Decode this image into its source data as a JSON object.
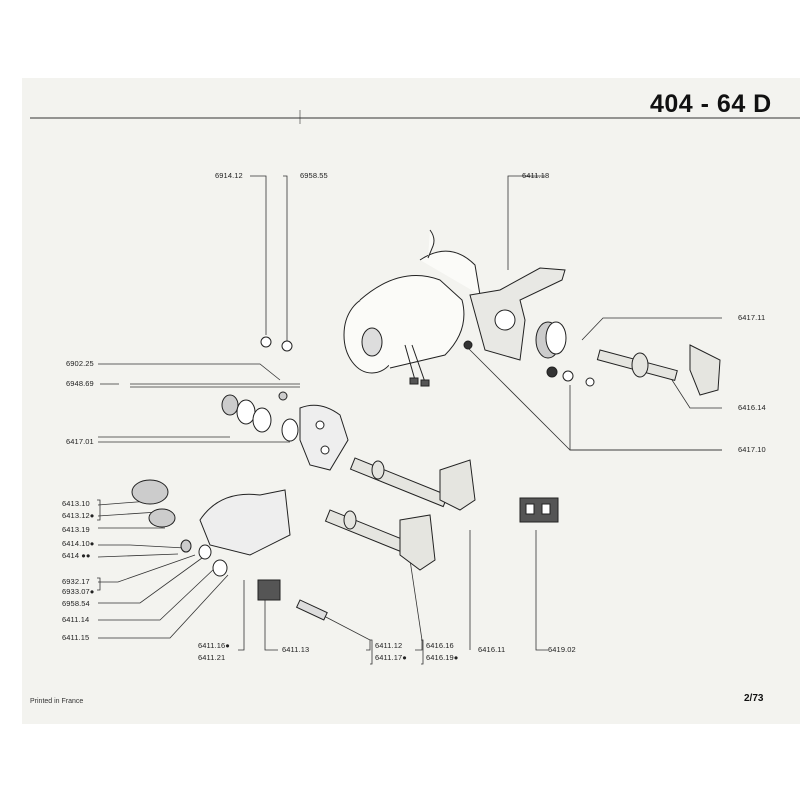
{
  "header": {
    "code": "404 - 64 D"
  },
  "footer": {
    "printed": "Printed in France",
    "page": "2/73"
  },
  "labels": [
    "6914.12",
    "6958.55",
    "6411.18",
    "6417.11",
    "6902.25",
    "6948.69",
    "6416.14",
    "6417.01",
    "6417.10",
    "6413.10",
    "6413.12●",
    "6413.19",
    "6414.10●",
    "6414 ●●",
    "6932.17",
    "6933.07●",
    "6958.54",
    "6411.14",
    "6411.15",
    "6411.16●",
    "6411.21",
    "6411.13",
    "6411.12",
    "6411.17●",
    "6416.16",
    "6416.19●",
    "6416.11",
    "6419.02"
  ]
}
